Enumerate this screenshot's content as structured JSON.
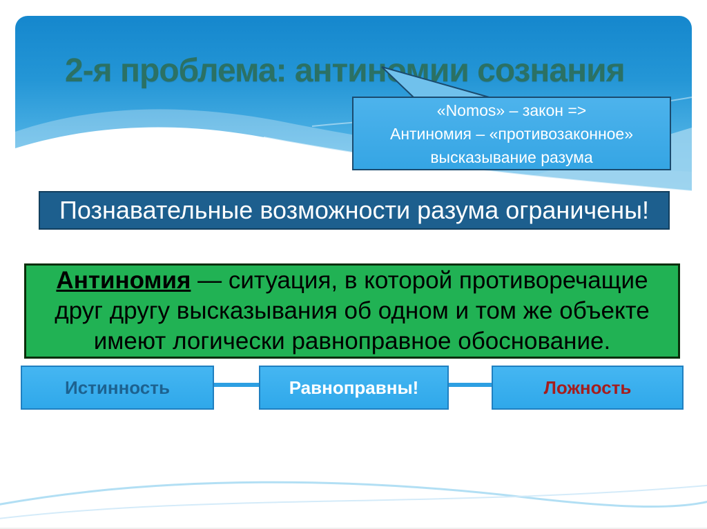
{
  "slide": {
    "title": "2-я проблема: антиномии сознания",
    "callout": {
      "lines": {
        "0": "«Nomos» – закон =>",
        "1": "Антиномия – «противозаконное»",
        "2": "высказывание разума"
      }
    },
    "statement_bar": {
      "text": "Познавательные возможности разума ограничены!"
    },
    "definition_box": {
      "term": "Антиномия",
      "line1_rest": " — ситуация, в которой противоречащие",
      "line2": "друг другу высказывания об одном и том же объекте",
      "line3": "имеют логически равноправное обоснование."
    },
    "bottom_boxes": {
      "0": {
        "label": "Истинность",
        "text_color": "#1d6290"
      },
      "1": {
        "label": "Равноправны!",
        "text_color": "#ffffff"
      },
      "2": {
        "label": "Ложность",
        "text_color": "#a51d1d"
      }
    },
    "colors": {
      "header_blue": "#2496d6",
      "title_green": "#2b7164",
      "callout_blue": "#3aa8e6",
      "callout_border": "#1a4a6e",
      "statement_bar_blue": "#1d5f8e",
      "definition_green": "#21b254",
      "flow_box_blue": "#33aeee",
      "connector_blue": "#2d9fe2",
      "false_red": "#a51d1d"
    }
  }
}
